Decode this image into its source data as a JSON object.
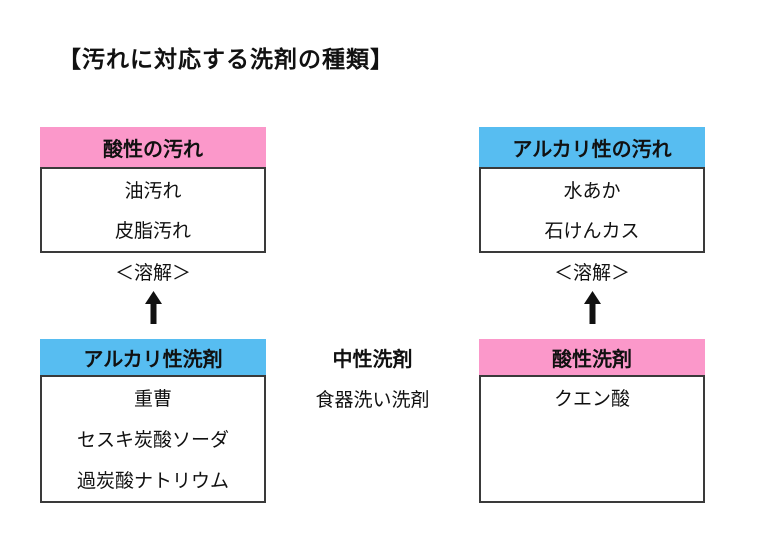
{
  "title": "【汚れに対応する洗剤の種類】",
  "colors": {
    "header_pink": "#FB98CA",
    "header_blue": "#57BDF1",
    "box_border": "#3A3A3A",
    "text": "#111111"
  },
  "left": {
    "dirt_header": "酸性の汚れ",
    "dirt_items": [
      "油汚れ",
      "皮脂汚れ"
    ],
    "dissolve_label": "＜溶解＞",
    "arrow_icon": "up-arrow",
    "detergent_header": "アルカリ性洗剤",
    "detergent_items": [
      "重曹",
      "セスキ炭酸ソーダ",
      "過炭酸ナトリウム"
    ]
  },
  "center": {
    "neutral_title": "中性洗剤",
    "neutral_item": "食器洗い洗剤"
  },
  "right": {
    "dirt_header": "アルカリ性の汚れ",
    "dirt_items": [
      "水あか",
      "石けんカス"
    ],
    "dissolve_label": "＜溶解＞",
    "arrow_icon": "up-arrow",
    "detergent_header": "酸性洗剤",
    "detergent_items": [
      "クエン酸"
    ]
  }
}
